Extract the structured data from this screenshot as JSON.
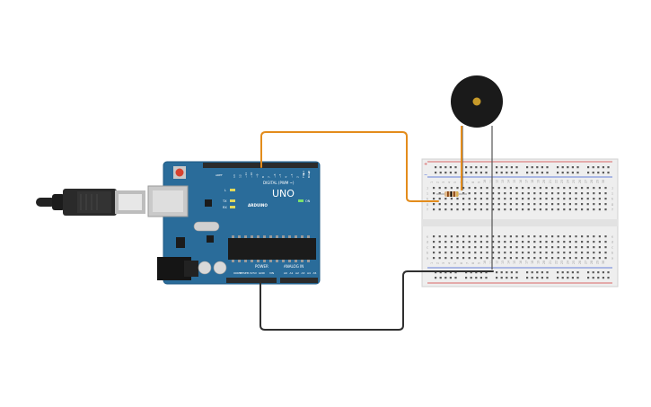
{
  "scene": {
    "arduino": {
      "model": "UNO",
      "brand": "ARDUINO",
      "header_digital": "DIGITAL (PWM ~)",
      "header_power": "POWER",
      "header_analog": "ANALOG IN",
      "label_aref": "AREF",
      "label_on": "ON",
      "label_l": "L",
      "label_tx": "TX",
      "label_rx": "RX",
      "label_gnd": "GND",
      "label_ioref": "IOREF",
      "label_reset": "RESET",
      "label_33v": "3.3V",
      "label_5v": "5V",
      "label_vin": "VIN",
      "digital_pins": [
        "13",
        "12",
        "~11",
        "~10",
        "~9",
        "8",
        "7",
        "~6",
        "~5",
        "4",
        "~3",
        "2",
        "TX▶1",
        "RX◀0"
      ],
      "analog_pins": [
        "A0",
        "A1",
        "A2",
        "A3",
        "A4",
        "A5"
      ],
      "colors": {
        "board": "#2a6c9a",
        "board_dark": "#1f5a84",
        "header": "#2b2b2b"
      }
    },
    "breadboard": {
      "column_labels": [
        "1",
        "2",
        "3",
        "4",
        "5",
        "6",
        "7",
        "8",
        "9",
        "10",
        "11",
        "12",
        "13",
        "14",
        "15",
        "16",
        "17",
        "18",
        "19",
        "20",
        "21",
        "22",
        "23",
        "24",
        "25",
        "26",
        "27",
        "28",
        "29",
        "30"
      ],
      "row_labels_top": [
        "j",
        "i",
        "h",
        "g",
        "f"
      ],
      "row_labels_bottom": [
        "e",
        "d",
        "c",
        "b",
        "a"
      ],
      "rail_plus": "+",
      "rail_minus": "−",
      "colors": {
        "body": "#eeeeee",
        "hole": "#5a5a5a",
        "rail_red": "#d33a3a",
        "rail_blue": "#3a5bd3"
      }
    },
    "wires": {
      "signal_color": "#e38c1c",
      "ground_color": "#2f2f2f"
    },
    "components": {
      "buzzer_icon": "piezo-buzzer",
      "resistor_icon": "resistor",
      "usb_icon": "usb-cable"
    }
  }
}
